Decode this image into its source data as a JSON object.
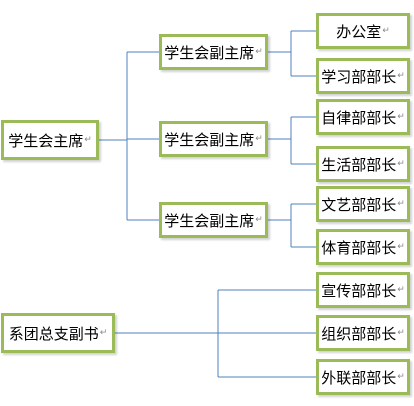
{
  "chart": {
    "root": {
      "label": "学生会主席",
      "mark": "↵"
    },
    "vice_presidents": [
      {
        "label": "学生会副主席",
        "mark": "↵"
      },
      {
        "label": "学生会副主席",
        "mark": "↵"
      },
      {
        "label": "学生会副主席",
        "mark": "↵"
      }
    ],
    "departments": [
      {
        "label": "办公室",
        "mark": "↵"
      },
      {
        "label": "学习部部长",
        "mark": "↵"
      },
      {
        "label": "自律部部长",
        "mark": "↵"
      },
      {
        "label": "生活部部长",
        "mark": "↵"
      },
      {
        "label": "文艺部部长",
        "mark": "↵"
      },
      {
        "label": "体育部部长",
        "mark": "↵"
      }
    ],
    "secretary": {
      "label": "系团总支副书",
      "mark": "↵"
    },
    "secretary_departments": [
      {
        "label": "宣传部部长",
        "mark": "↵"
      },
      {
        "label": "组织部部长",
        "mark": "↵"
      },
      {
        "label": "外联部部长",
        "mark": "↵"
      }
    ],
    "colors": {
      "node_border": "#9bbb59",
      "connector": "#4f81bd"
    }
  }
}
